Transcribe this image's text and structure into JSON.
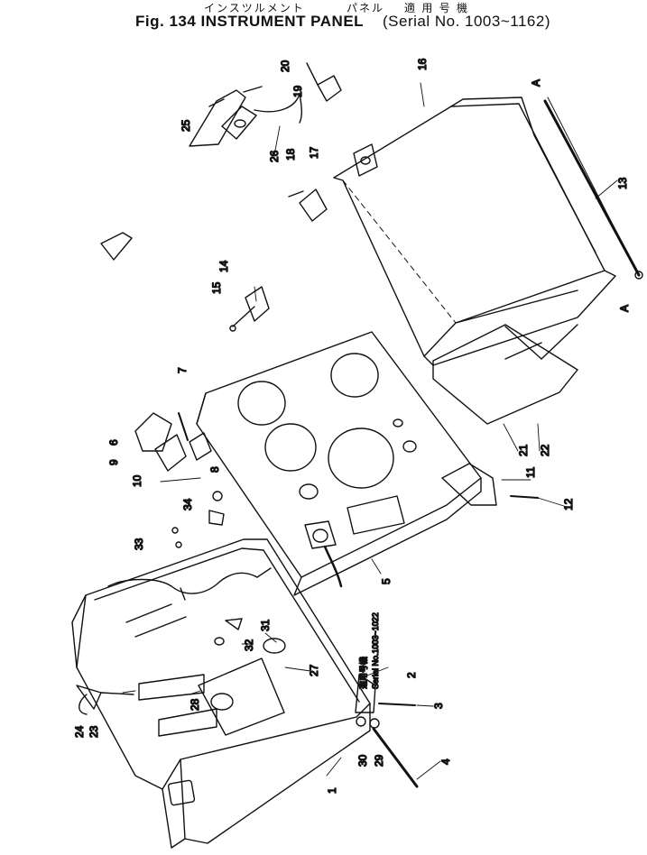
{
  "header": {
    "jp_title": "インスツルメント",
    "jp_panel": "パネル",
    "jp_applicable": "適 用 号 機",
    "fig_title": "Fig. 134 INSTRUMENT  PANEL",
    "serial_range": "(Serial No. 1003~1162)"
  },
  "diagram": {
    "section_marks": [
      "A",
      "A"
    ],
    "stamp_text": "適用号機",
    "stamp_serial": "Serial No.1003~1022",
    "part_labels": [
      "1",
      "2",
      "3",
      "4",
      "5",
      "6",
      "7",
      "8",
      "9",
      "10",
      "11",
      "12",
      "13",
      "14",
      "15",
      "16",
      "17",
      "18",
      "19",
      "20",
      "21",
      "22",
      "23",
      "24",
      "25",
      "26",
      "27",
      "28",
      "29",
      "30",
      "31",
      "32",
      "33",
      "34"
    ]
  }
}
